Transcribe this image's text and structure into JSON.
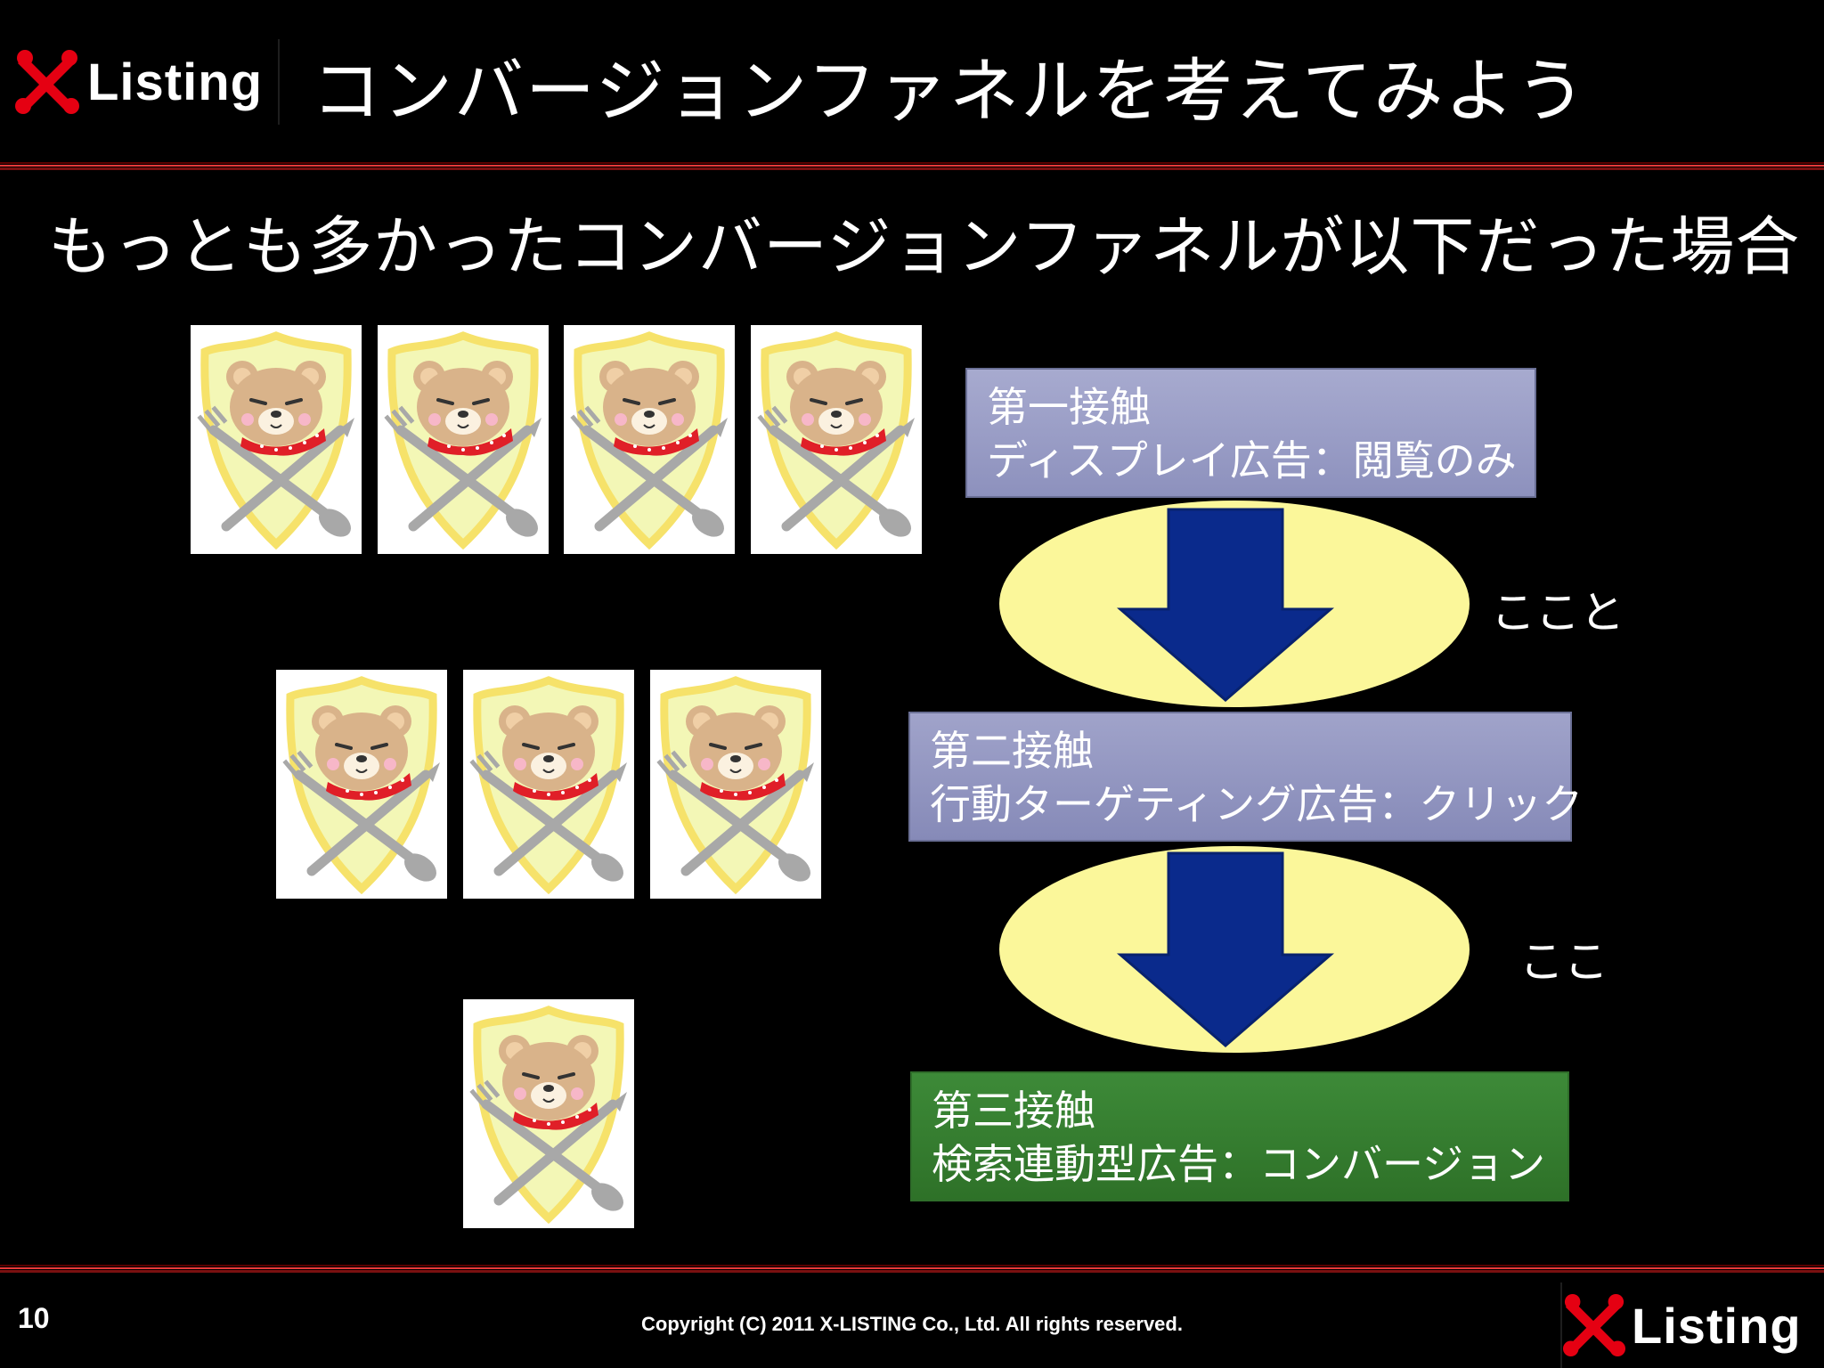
{
  "header": {
    "brand": "Listing",
    "title": "コンバージョンファネルを考えてみよう"
  },
  "subtitle": "もっとも多かったコンバージョンファネルが以下だった場合",
  "cards": {
    "row1_count": 4,
    "row2_count": 3,
    "row3_count": 1
  },
  "funnel": {
    "stage1": {
      "title": "第一接触",
      "detail": "ディスプレイ広告：閲覧のみ"
    },
    "stage2": {
      "title": "第二接触",
      "detail": "行動ターゲティング広告：クリック"
    },
    "stage3": {
      "title": "第三接触",
      "detail": "検索連動型広告：コンバージョン"
    },
    "note1": "ここと",
    "note2": "ここ"
  },
  "footer": {
    "page_number": "10",
    "copyright": "Copyright (C) 2011 X-LISTING Co., Ltd. All rights reserved.",
    "brand": "Listing"
  },
  "colors": {
    "accent_red": "#e50012",
    "stage_blue": "#9b9ec8",
    "stage_green": "#357e30",
    "ellipse_yellow": "#fbf79a",
    "arrow_blue": "#0a2a8c"
  },
  "icons": [
    "x-listing-logo-icon",
    "bear-crest-icon",
    "down-arrow-icon"
  ]
}
